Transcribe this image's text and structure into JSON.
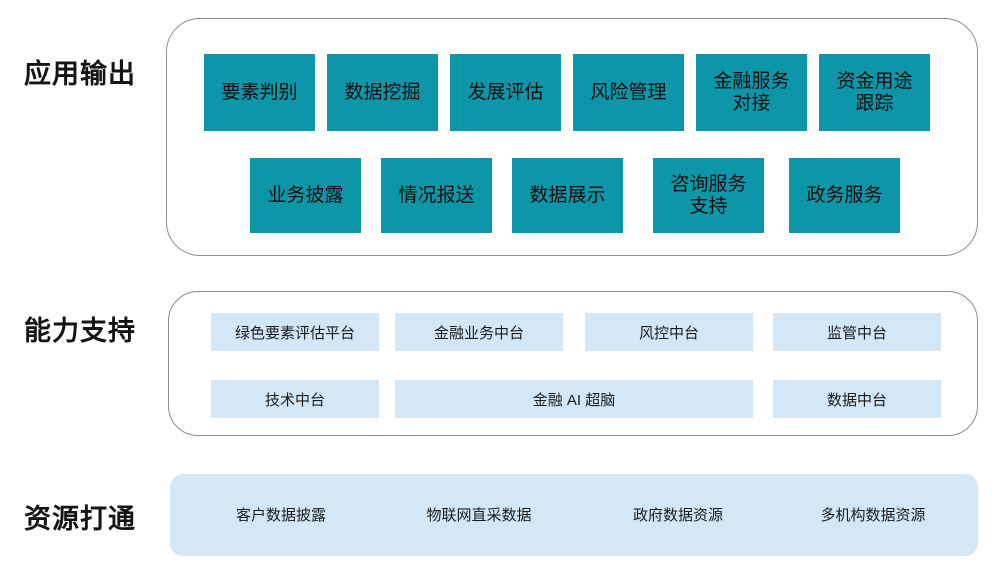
{
  "diagram": {
    "title_rows": [
      {
        "label": "应用输出"
      },
      {
        "label": "能力支持"
      },
      {
        "label": "资源打通"
      }
    ],
    "colors": {
      "teal": "#0d95a8",
      "light_blue": "#d3e7f7",
      "panel_border": "#8c8c8c",
      "text_dark": "#141414"
    }
  },
  "application_output": {
    "label": "应用输出",
    "row1": [
      {
        "label": "要素判别"
      },
      {
        "label": "数据挖掘"
      },
      {
        "label": "发展评估"
      },
      {
        "label": "风险管理"
      },
      {
        "label": "金融服务\n对接"
      },
      {
        "label": "资金用途\n跟踪"
      }
    ],
    "row2": [
      {
        "label": "业务披露"
      },
      {
        "label": "情况报送"
      },
      {
        "label": "数据展示"
      },
      {
        "label": "咨询服务\n支持"
      },
      {
        "label": "政务服务"
      }
    ]
  },
  "capability_support": {
    "label": "能力支持",
    "row1": [
      {
        "label": "绿色要素评估平台"
      },
      {
        "label": "金融业务中台"
      },
      {
        "label": "风控中台"
      },
      {
        "label": "监管中台"
      }
    ],
    "row2": [
      {
        "label": "技术中台"
      },
      {
        "label": "金融 AI 超脑"
      },
      {
        "label": "数据中台"
      }
    ]
  },
  "resource_integration": {
    "label": "资源打通",
    "items": [
      {
        "label": "客户数据披露"
      },
      {
        "label": "物联网直采数据"
      },
      {
        "label": "政府数据资源"
      },
      {
        "label": "多机构数据资源"
      }
    ]
  }
}
